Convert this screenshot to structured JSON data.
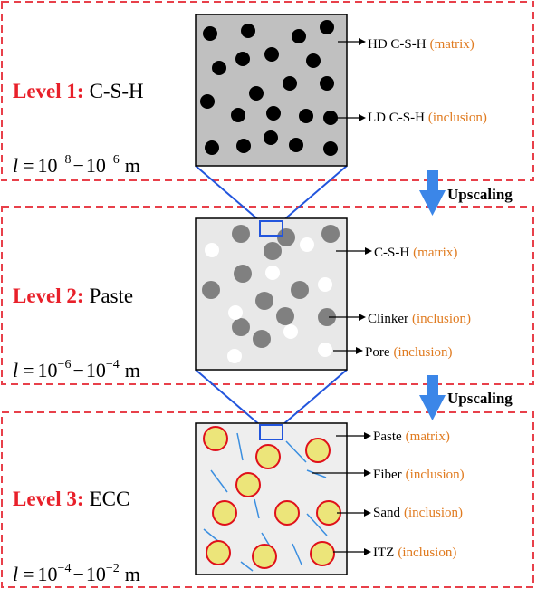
{
  "levels": [
    {
      "label": "Level 1:",
      "name": "C-S-H",
      "scale_base": "10",
      "scale_lo_exp": "−8",
      "scale_hi_exp": "−6",
      "scale_unit": "m",
      "annotations": [
        {
          "name": "HD C-S-H",
          "role": "(matrix)"
        },
        {
          "name": "LD C-S-H",
          "role": "(inclusion)"
        }
      ]
    },
    {
      "label": "Level 2:",
      "name": "Paste",
      "scale_base": "10",
      "scale_lo_exp": "−6",
      "scale_hi_exp": "−4",
      "scale_unit": "m",
      "annotations": [
        {
          "name": "C-S-H",
          "role": "(matrix)"
        },
        {
          "name": "Clinker",
          "role": "(inclusion)"
        },
        {
          "name": "Pore",
          "role": "(inclusion)"
        }
      ]
    },
    {
      "label": "Level 3:",
      "name": "ECC",
      "scale_base": "10",
      "scale_lo_exp": "−4",
      "scale_hi_exp": "−2",
      "scale_unit": "m",
      "annotations": [
        {
          "name": "Paste",
          "role": "(matrix)"
        },
        {
          "name": "Fiber",
          "role": "(inclusion)"
        },
        {
          "name": "Sand",
          "role": "(inclusion)"
        },
        {
          "name": "ITZ",
          "role": "(inclusion)"
        }
      ]
    }
  ],
  "scale_symbol": "l",
  "scale_eq": "=",
  "scale_dash": "−",
  "upscaling": [
    "Upscaling",
    "Upscaling"
  ],
  "colors": {
    "level_label": "#e8202a",
    "role_text": "#e07b20",
    "frame_dash": "#e8404a",
    "zoom_lines": "#2255dd",
    "upscale_arrow": "#3b86e8",
    "l1_bg": "#c0c0c0",
    "l2_bg": "#e8e8e8",
    "l3_bg": "#eeeeee",
    "clinker": "#808080",
    "sand_fill": "#ece57a",
    "sand_edge": "#e0101a",
    "fiber": "#3a8ee0"
  }
}
